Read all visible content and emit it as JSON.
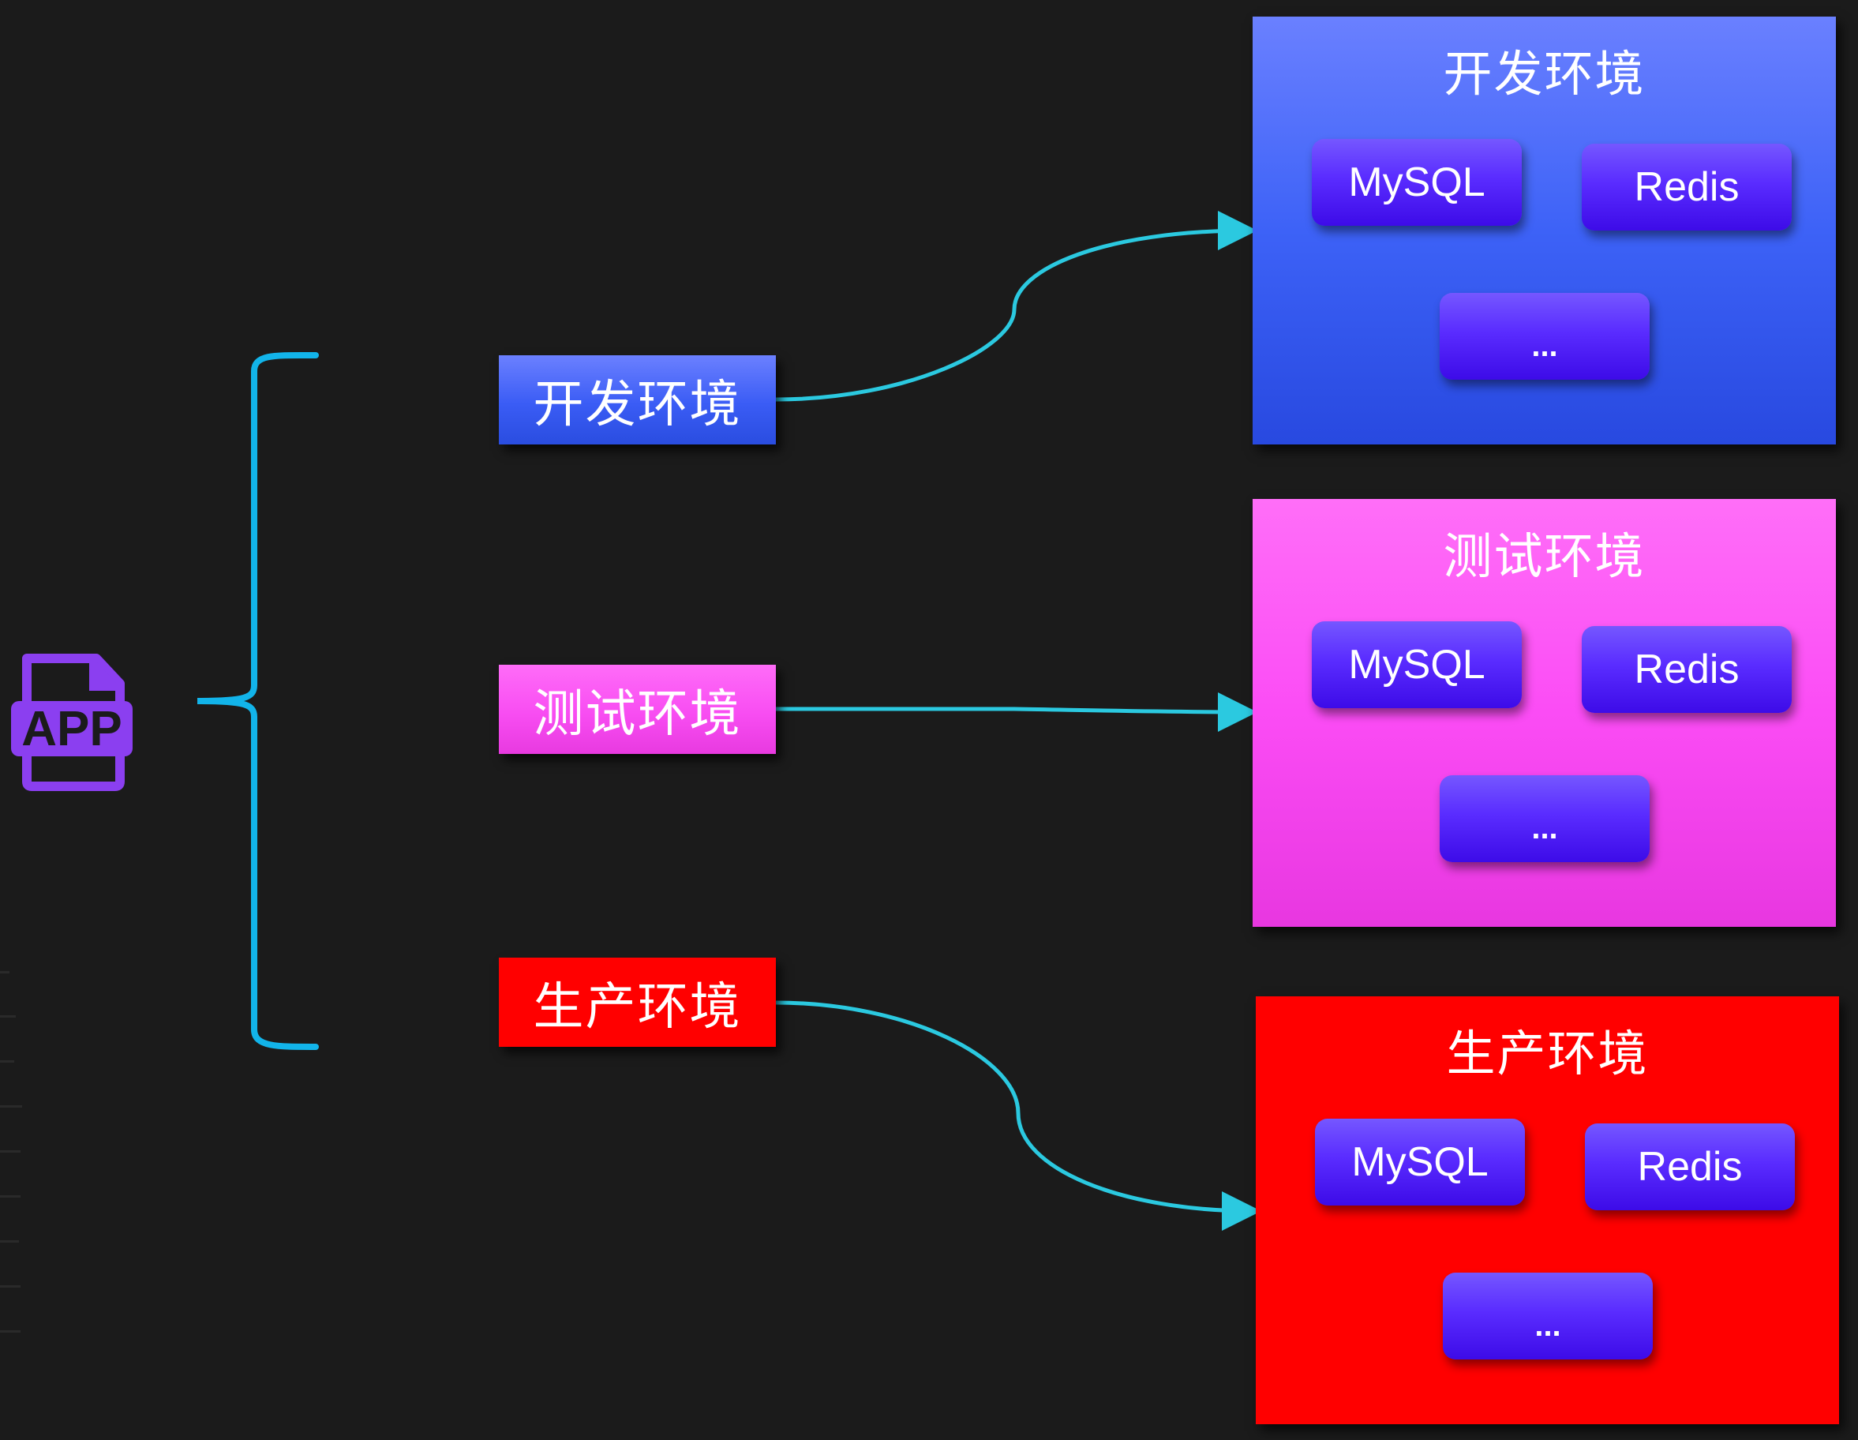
{
  "app_icon": {
    "label": "APP",
    "icon": "app-file-icon",
    "color": "#8b3ff0"
  },
  "connector_color": "#2bc9e0",
  "brace_color": "#12b4ea",
  "environments": [
    {
      "key": "dev",
      "label": "开发环境",
      "title": "开发环境",
      "color": "#3d62f7",
      "services": [
        "MySQL",
        "Redis",
        "..."
      ]
    },
    {
      "key": "test",
      "label": "测试环境",
      "title": "测试环境",
      "color": "#fb4cf5",
      "services": [
        "MySQL",
        "Redis",
        "..."
      ]
    },
    {
      "key": "prod",
      "label": "生产环境",
      "title": "生产环境",
      "color": "#ff0000",
      "services": [
        "MySQL",
        "Redis",
        "..."
      ]
    }
  ],
  "service_color": "#5a2cff"
}
